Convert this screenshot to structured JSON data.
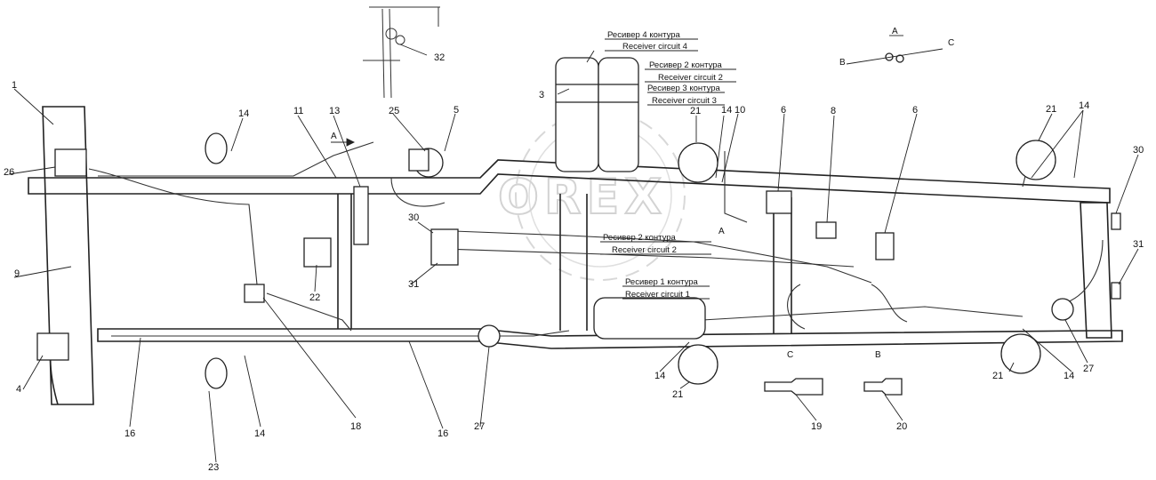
{
  "receivers": {
    "r4_ru": "Ресивер 4 контура",
    "r4_en": "Receiver circuit 4",
    "r2_ru": "Ресивер 2 контура",
    "r2_en": "Receiver circuit 2",
    "r3_ru": "Ресивер 3 контура",
    "r3_en": "Receiver circuit 3",
    "r2b_ru": "Ресивер 2 контура",
    "r2b_en": "Receiver circuit 2",
    "r1_ru": "Ресивер 1 контура",
    "r1_en": "Receiver circuit 1"
  },
  "views": {
    "a_top": "A",
    "b_top": "B",
    "c_top": "C",
    "a_arrow": "A",
    "a_mid": "A",
    "c_bottom": "C",
    "b_bottom": "B"
  },
  "callouts": {
    "n1": "1",
    "n3": "3",
    "n4": "4",
    "n5": "5",
    "n6a": "6",
    "n6b": "6",
    "n8": "8",
    "n9": "9",
    "n10": "10",
    "n11": "11",
    "n13": "13",
    "n14a": "14",
    "n14b": "14",
    "n14c": "14",
    "n14d": "14",
    "n14e": "14",
    "n14f": "14",
    "n16a": "16",
    "n16b": "16",
    "n18": "18",
    "n19": "19",
    "n20": "20",
    "n21a": "21",
    "n21b": "21",
    "n21c": "21",
    "n21d": "21",
    "n22": "22",
    "n23": "23",
    "n25": "25",
    "n26": "26",
    "n27a": "27",
    "n27b": "27",
    "n30a": "30",
    "n30b": "30",
    "n31a": "31",
    "n31b": "31",
    "n32": "32"
  },
  "watermark": "OREX"
}
